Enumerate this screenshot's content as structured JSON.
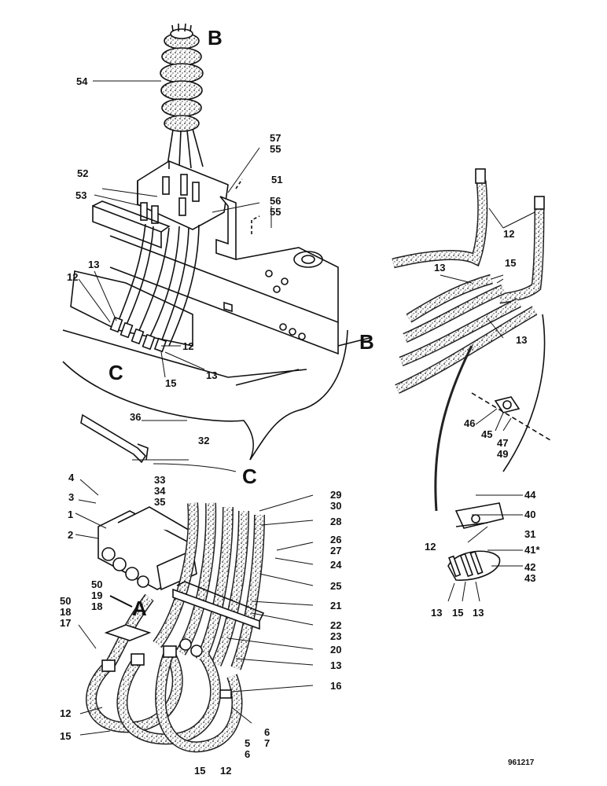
{
  "diagram": {
    "views": {
      "B": "B",
      "C": "C",
      "A": "A"
    },
    "figure_number": "961217",
    "labels_top": [
      "54",
      "57",
      "55",
      "52",
      "51",
      "56",
      "55",
      "53",
      "13",
      "12",
      "12",
      "13",
      "15"
    ],
    "labels_right": [
      "12",
      "15",
      "13",
      "13",
      "46",
      "45",
      "47",
      "49",
      "44",
      "40",
      "31",
      "12",
      "41*",
      "42",
      "43",
      "13",
      "15",
      "13"
    ],
    "labels_bottom": [
      "36",
      "32",
      "33",
      "34",
      "35",
      "4",
      "3",
      "1",
      "2",
      "50",
      "19",
      "18",
      "50",
      "18",
      "17",
      "29",
      "30",
      "28",
      "26",
      "27",
      "24",
      "25",
      "21",
      "22",
      "23",
      "20",
      "13",
      "16",
      "6",
      "7",
      "5",
      "6",
      "12",
      "15",
      "15",
      "12"
    ]
  }
}
